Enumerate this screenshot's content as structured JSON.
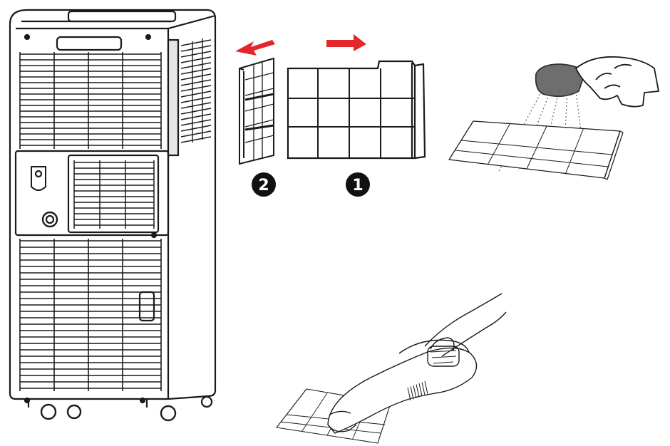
{
  "steps": [
    {
      "number": "1",
      "action": "pull-right"
    },
    {
      "number": "2",
      "action": "pull-left"
    }
  ],
  "colors": {
    "arrow": "#e3262a",
    "line": "#1a1a1a",
    "badge": "#111111",
    "sponge": "#6e6e6e",
    "water": "#555555"
  },
  "icons": {
    "unit": "portable-air-conditioner-icon",
    "filter_large": "air-filter-icon",
    "filter_small": "carbon-filter-icon",
    "wash": "hand-with-sponge-icon",
    "vacuum": "handheld-vacuum-icon"
  }
}
